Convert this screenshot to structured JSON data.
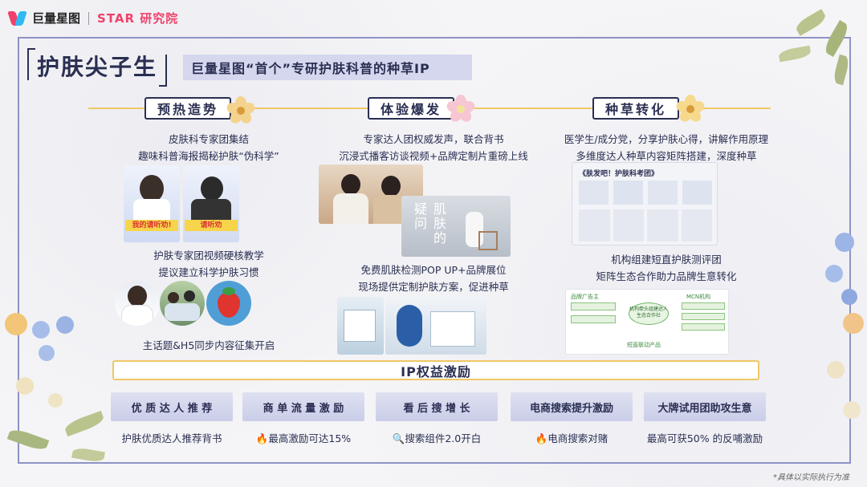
{
  "logo": {
    "brand": "巨量星图",
    "lab": "STAR 研究院"
  },
  "title": "护肤尖子生",
  "subtitle": "巨量星图“首个”专研护肤科普的种草IP",
  "sections": [
    {
      "label": "预热造势",
      "lines": [
        "皮肤科专家团集结",
        "趣味科普海报揭秘护肤“伪科学”"
      ],
      "lines2": [
        "护肤专家团视频硬核教学",
        "提议建立科学护肤习惯"
      ],
      "poster_text_1": "我的请听劝!",
      "poster_text_2": "请听劝",
      "footer": "主话题&H5同步内容征集开启"
    },
    {
      "label": "体验爆发",
      "lines": [
        "专家达人团权威发声，联合背书",
        "沉浸式播客访谈视频+品牌定制片重磅上线"
      ],
      "lines2": [
        "免费肌肤检测POP UP+品牌展位",
        "现场提供定制护肤方案，促进种草"
      ],
      "video_text": "肌肤的疑问"
    },
    {
      "label": "种草转化",
      "lines": [
        "医学生/成分党，分享护肤心得，讲解作用原理",
        "多维度达人种草内容矩阵搭建，深度种草"
      ],
      "lines2": [
        "机构组建短直护肤测评团",
        "矩阵生态合作助力品牌生意转化"
      ],
      "doc_title": "《肤发吧！护肤科考团》",
      "diagram": {
        "left": "品牌广告主",
        "center": "机构牵头组建达人生态合作社",
        "right": "MCN机构",
        "bottom": "短直联动产品"
      }
    }
  ],
  "ip_bar": "IP权益激励",
  "benefits": [
    {
      "label": "优 质 达 人 推 荐",
      "desc": "护肤优质达人推荐背书"
    },
    {
      "label": "商 单 流 量 激 励",
      "desc": "🔥最高激励可达15%"
    },
    {
      "label": "看 后 搜 增 长",
      "desc": "🔍搜索组件2.0开白"
    },
    {
      "label": "电商搜索提升激励",
      "desc": "🔥电商搜索对赌"
    },
    {
      "label": "大牌试用团助攻生意",
      "desc": "最高可获50% 的反哺激励"
    }
  ],
  "note": "*具体以实际执行为准",
  "colors": {
    "accent": "#2a2f52",
    "frame": "#8d93c4",
    "gold": "#f0c766",
    "pink": "#f0416a",
    "blue": "#30b9f2"
  }
}
